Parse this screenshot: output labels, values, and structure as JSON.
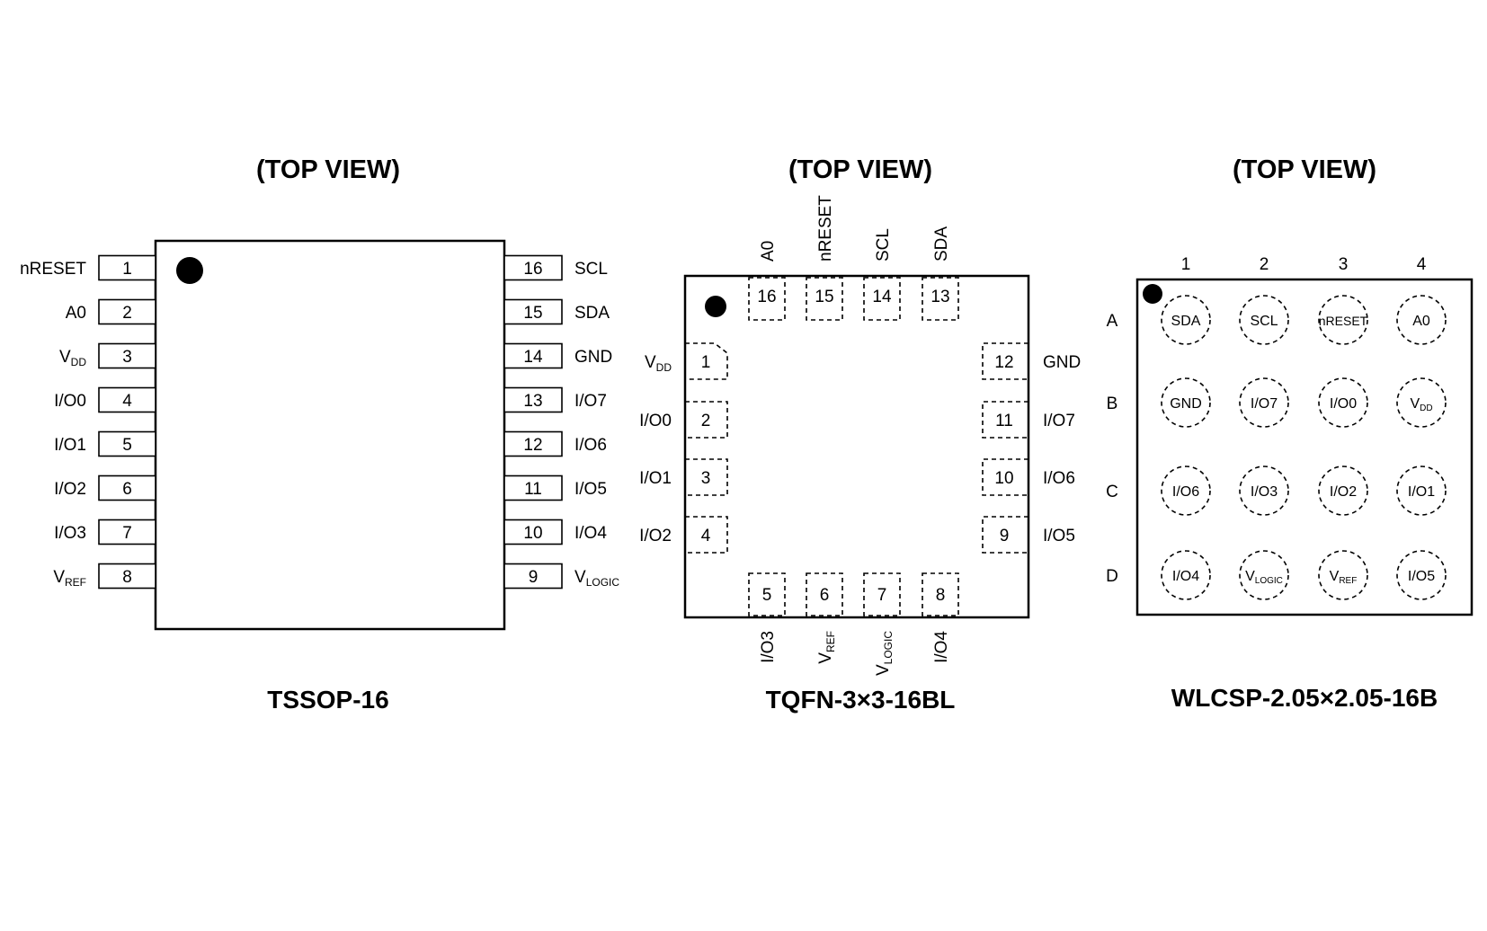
{
  "diagrams": [
    {
      "view_label": "(TOP VIEW)",
      "package_name": "TSSOP-16",
      "left_pins": [
        {
          "num": "1",
          "name": "nRESET",
          "sub": ""
        },
        {
          "num": "2",
          "name": "A0",
          "sub": ""
        },
        {
          "num": "3",
          "name": "V",
          "sub": "DD"
        },
        {
          "num": "4",
          "name": "I/O0",
          "sub": ""
        },
        {
          "num": "5",
          "name": "I/O1",
          "sub": ""
        },
        {
          "num": "6",
          "name": "I/O2",
          "sub": ""
        },
        {
          "num": "7",
          "name": "I/O3",
          "sub": ""
        },
        {
          "num": "8",
          "name": "V",
          "sub": "REF"
        }
      ],
      "right_pins": [
        {
          "num": "16",
          "name": "SCL",
          "sub": ""
        },
        {
          "num": "15",
          "name": "SDA",
          "sub": ""
        },
        {
          "num": "14",
          "name": "GND",
          "sub": ""
        },
        {
          "num": "13",
          "name": "I/O7",
          "sub": ""
        },
        {
          "num": "12",
          "name": "I/O6",
          "sub": ""
        },
        {
          "num": "11",
          "name": "I/O5",
          "sub": ""
        },
        {
          "num": "10",
          "name": "I/O4",
          "sub": ""
        },
        {
          "num": "9",
          "name": "V",
          "sub": "LOGIC"
        }
      ]
    },
    {
      "view_label": "(TOP VIEW)",
      "package_name": "TQFN-3×3-16BL",
      "top_pins": [
        {
          "num": "16",
          "name": "A0",
          "sub": ""
        },
        {
          "num": "15",
          "name": "nRESET",
          "sub": ""
        },
        {
          "num": "14",
          "name": "SCL",
          "sub": ""
        },
        {
          "num": "13",
          "name": "SDA",
          "sub": ""
        }
      ],
      "left_pins": [
        {
          "num": "1",
          "name": "V",
          "sub": "DD"
        },
        {
          "num": "2",
          "name": "I/O0",
          "sub": ""
        },
        {
          "num": "3",
          "name": "I/O1",
          "sub": ""
        },
        {
          "num": "4",
          "name": "I/O2",
          "sub": ""
        }
      ],
      "right_pins": [
        {
          "num": "12",
          "name": "GND",
          "sub": ""
        },
        {
          "num": "11",
          "name": "I/O7",
          "sub": ""
        },
        {
          "num": "10",
          "name": "I/O6",
          "sub": ""
        },
        {
          "num": "9",
          "name": "I/O5",
          "sub": ""
        }
      ],
      "bottom_pins": [
        {
          "num": "5",
          "name": "I/O3",
          "sub": ""
        },
        {
          "num": "6",
          "name": "V",
          "sub": "REF"
        },
        {
          "num": "7",
          "name": "V",
          "sub": "LOGIC"
        },
        {
          "num": "8",
          "name": "I/O4",
          "sub": ""
        }
      ]
    },
    {
      "view_label": "(TOP VIEW)",
      "package_name": "WLCSP-2.05×2.05-16B",
      "columns": [
        "1",
        "2",
        "3",
        "4"
      ],
      "rows": [
        "A",
        "B",
        "C",
        "D"
      ],
      "balls": [
        [
          {
            "name": "SDA",
            "sub": ""
          },
          {
            "name": "SCL",
            "sub": ""
          },
          {
            "name": "nRESET",
            "sub": ""
          },
          {
            "name": "A0",
            "sub": ""
          }
        ],
        [
          {
            "name": "GND",
            "sub": ""
          },
          {
            "name": "I/O7",
            "sub": ""
          },
          {
            "name": "I/O0",
            "sub": ""
          },
          {
            "name": "V",
            "sub": "DD"
          }
        ],
        [
          {
            "name": "I/O6",
            "sub": ""
          },
          {
            "name": "I/O3",
            "sub": ""
          },
          {
            "name": "I/O2",
            "sub": ""
          },
          {
            "name": "I/O1",
            "sub": ""
          }
        ],
        [
          {
            "name": "I/O4",
            "sub": ""
          },
          {
            "name": "V",
            "sub": "LOGIC"
          },
          {
            "name": "V",
            "sub": "REF"
          },
          {
            "name": "I/O5",
            "sub": ""
          }
        ]
      ]
    }
  ]
}
